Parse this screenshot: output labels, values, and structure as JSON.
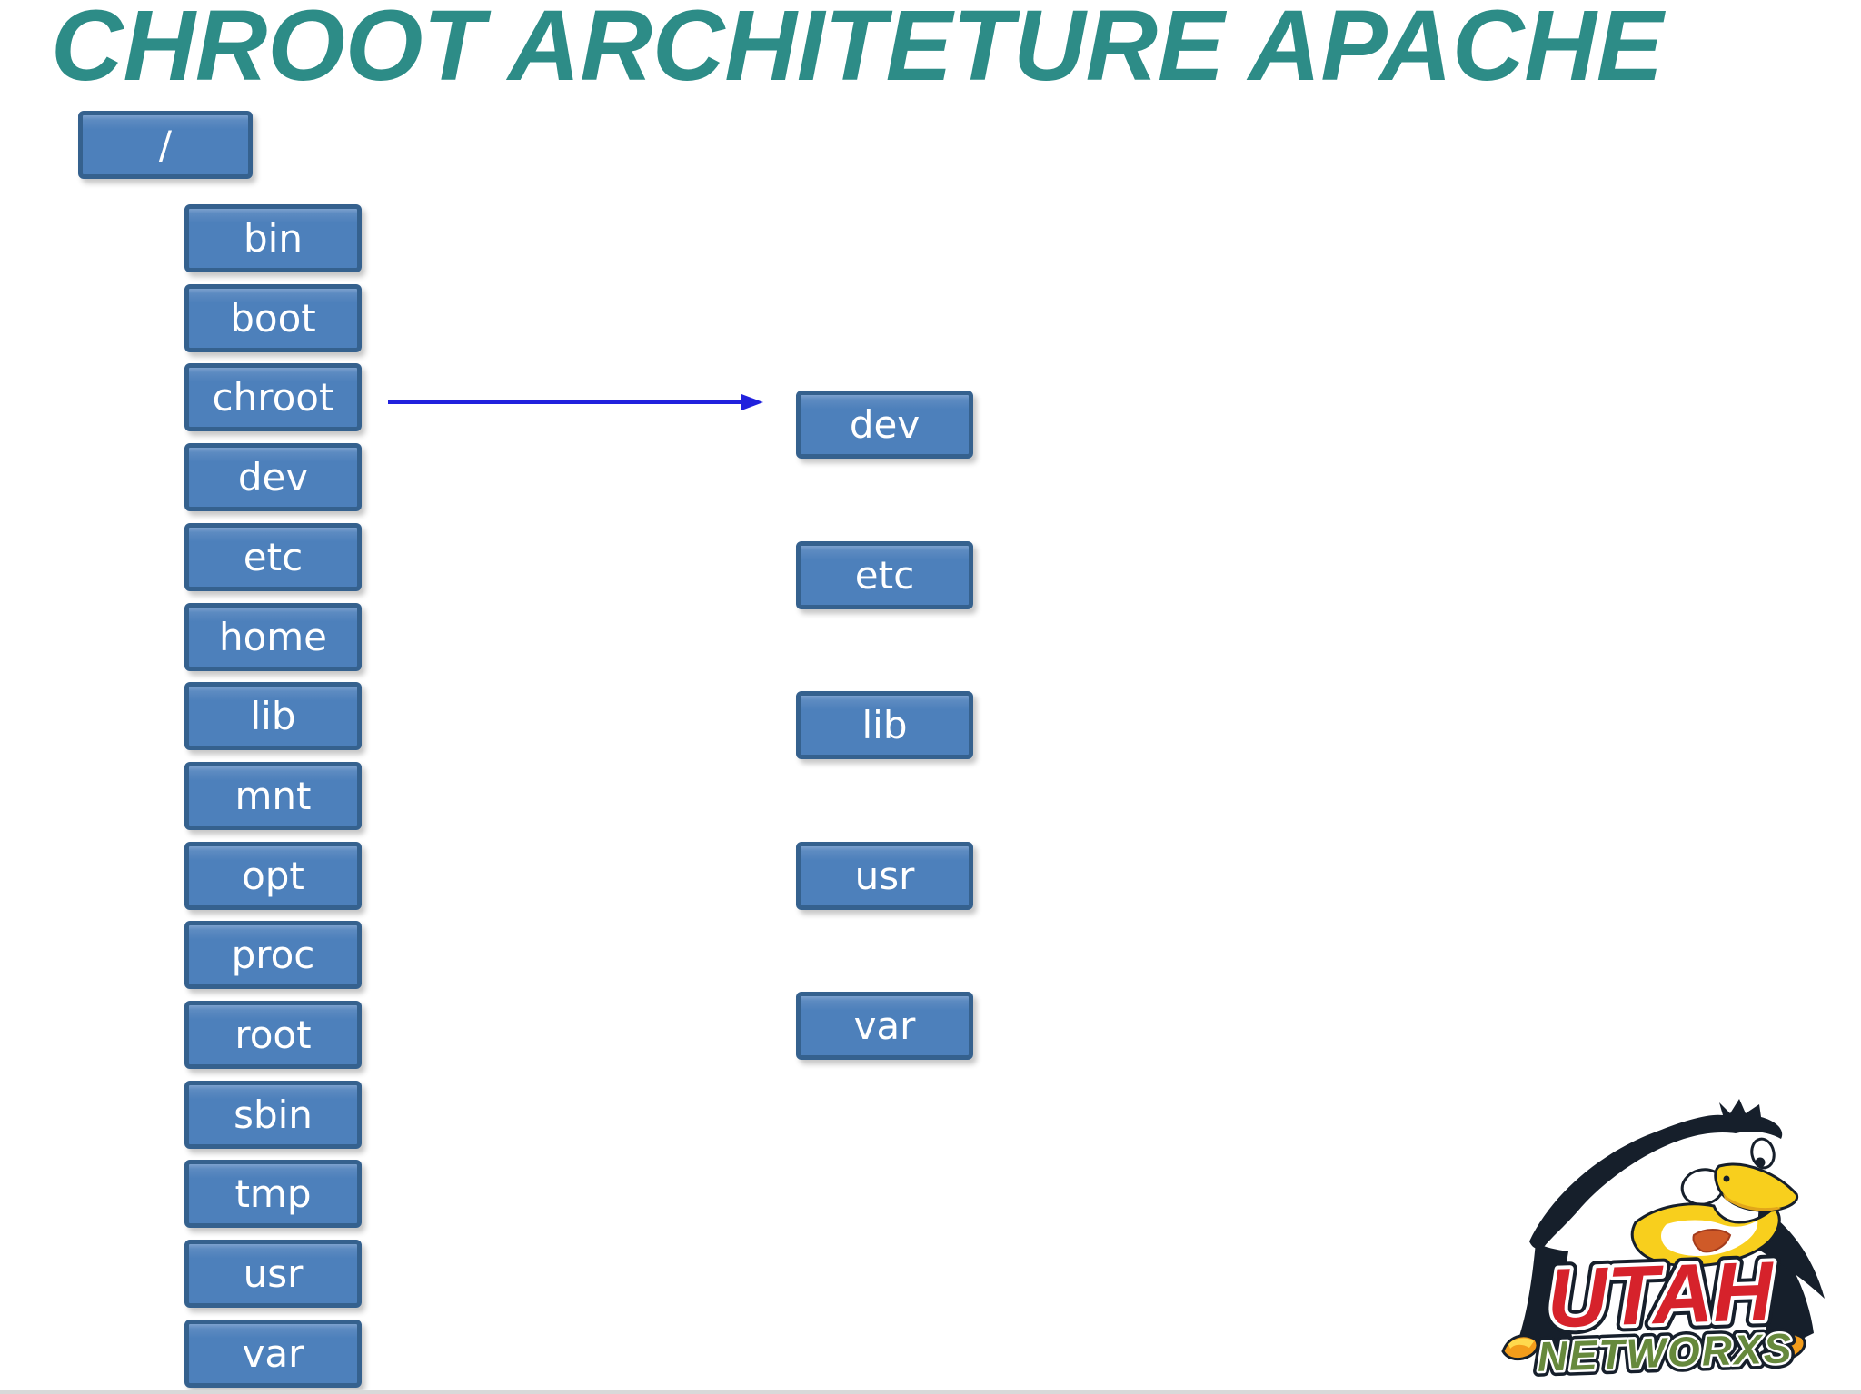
{
  "title": "CHROOT ARCHITETURE APACHE",
  "root": {
    "label": "/"
  },
  "tree": {
    "items": [
      "bin",
      "boot",
      "chroot",
      "dev",
      "etc",
      "home",
      "lib",
      "mnt",
      "opt",
      "proc",
      "root",
      "sbin",
      "tmp",
      "usr",
      "var"
    ]
  },
  "chroot_tree": {
    "source": "chroot",
    "items": [
      "dev",
      "etc",
      "lib",
      "usr",
      "var"
    ]
  },
  "logo": {
    "line1": "UTAH",
    "line2": "NETWORXS"
  },
  "colors": {
    "title_teal": "#2d8c87",
    "box_fill": "#4d80bb",
    "box_border": "#35618e",
    "box_text": "#ffffff",
    "arrow_blue": "#2121dd",
    "logo_red": "#d6222b",
    "logo_green": "#66893c",
    "logo_yellow": "#f8cf1d",
    "logo_orange": "#f39c1b",
    "logo_black": "#161f2b"
  }
}
